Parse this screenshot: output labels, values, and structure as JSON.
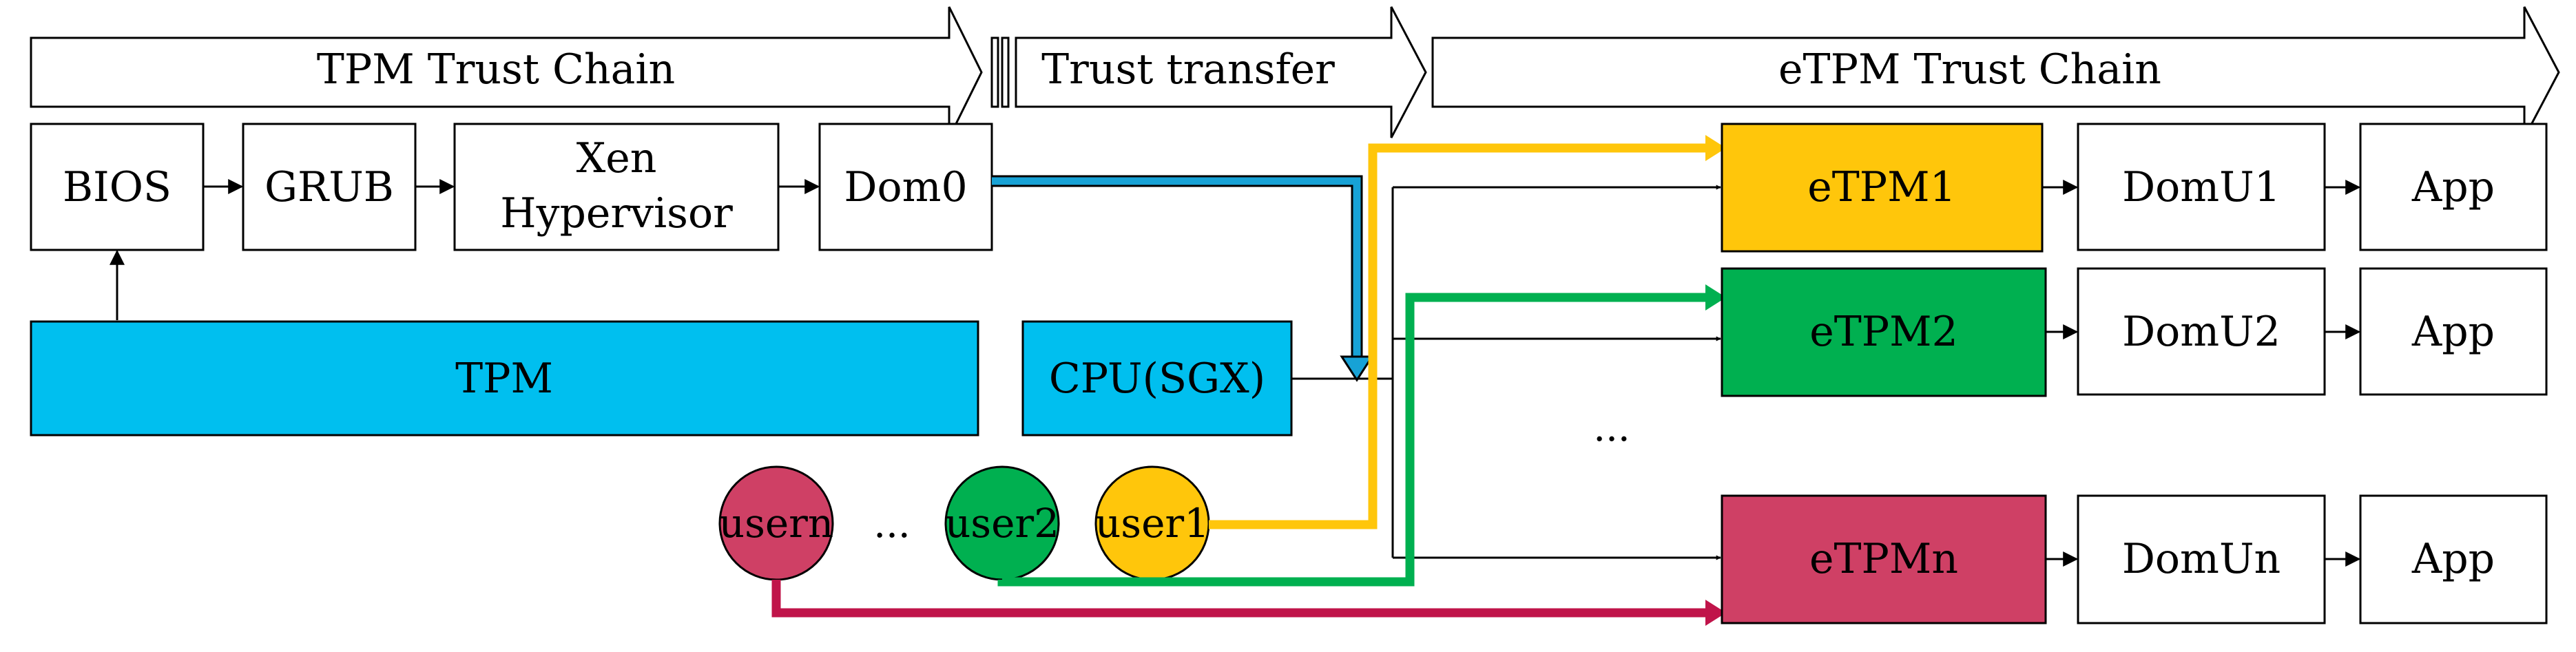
{
  "banners": {
    "tpm_chain": "TPM Trust Chain",
    "transfer": "Trust transfer",
    "etpm_chain": "eTPM Trust Chain"
  },
  "boot_chain": {
    "bios": "BIOS",
    "grub": "GRUB",
    "xen_line1": "Xen",
    "xen_line2": "Hypervisor",
    "dom0": "Dom0"
  },
  "hardware": {
    "tpm": "TPM",
    "cpu": "CPU(SGX)"
  },
  "users": {
    "usern": "usern",
    "ellipsis": "...",
    "user2": "user2",
    "user1": "user1"
  },
  "etpm": {
    "e1": "eTPM1",
    "e2": "eTPM2",
    "en": "eTPMn",
    "ellipsis": "..."
  },
  "domu": {
    "d1": "DomU1",
    "d2": "DomU2",
    "dn": "DomUn"
  },
  "apps": {
    "a1": "App",
    "a2": "App",
    "an": "App"
  },
  "colors": {
    "blue": "#00bfef",
    "blue_line": "#17a2d6",
    "yellow": "#ffc60b",
    "green": "#00b050",
    "crimson": "#cf4065",
    "crimson_line": "#c0144a"
  }
}
